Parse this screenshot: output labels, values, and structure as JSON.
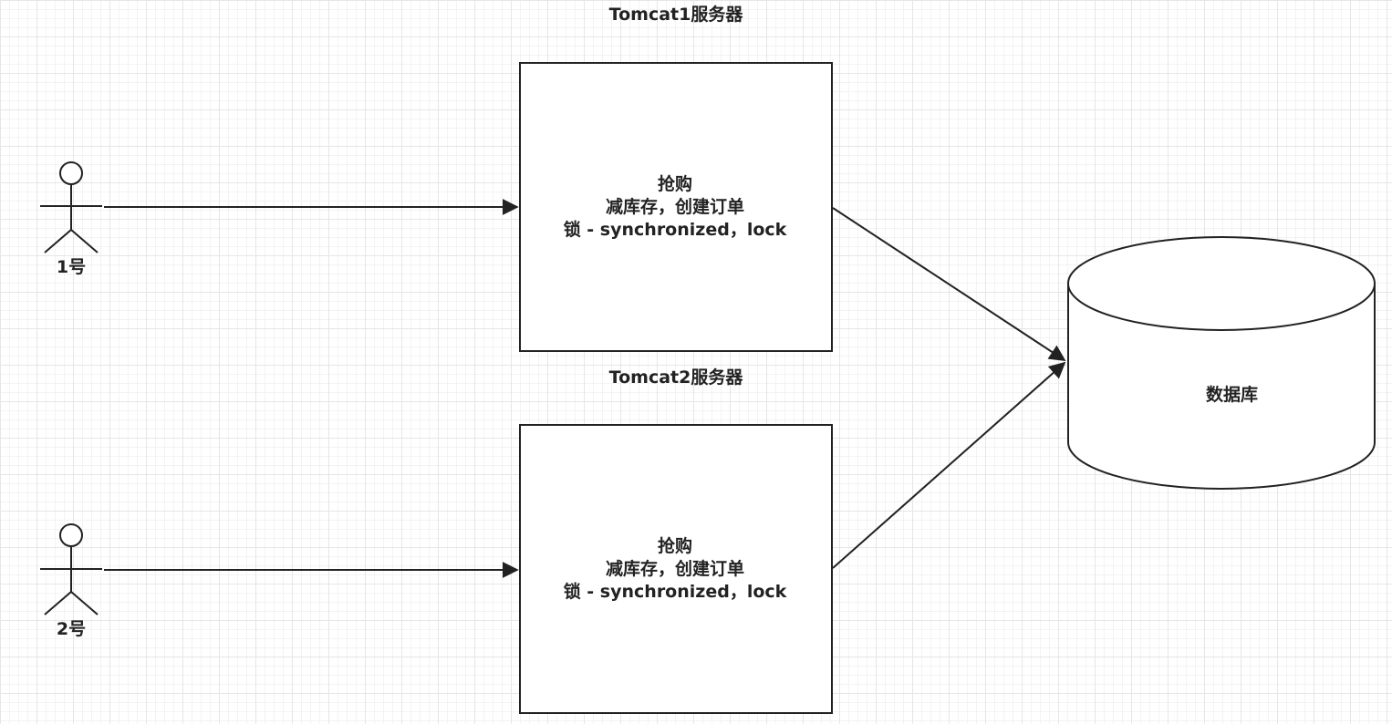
{
  "actors": [
    {
      "label": "1号"
    },
    {
      "label": "2号"
    }
  ],
  "servers": [
    {
      "title": "Tomcat1服务器",
      "lines": [
        "抢购",
        "减库存，创建订单",
        "锁 - synchronized，lock"
      ]
    },
    {
      "title": "Tomcat2服务器",
      "lines": [
        "抢购",
        "减库存，创建订单",
        "锁 - synchronized，lock"
      ]
    }
  ],
  "database": {
    "label": "数据库"
  },
  "colors": {
    "stroke": "#222222",
    "grid": "#e6e6e6",
    "background": "#ffffff"
  }
}
